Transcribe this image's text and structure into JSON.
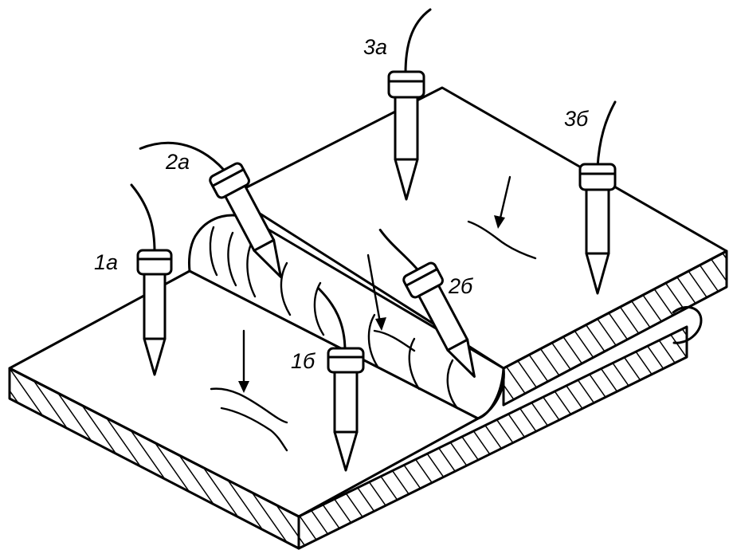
{
  "probes": [
    {
      "id": "1a",
      "label": "1а"
    },
    {
      "id": "1b",
      "label": "1б"
    },
    {
      "id": "2a",
      "label": "2а"
    },
    {
      "id": "2b",
      "label": "2б"
    },
    {
      "id": "3a",
      "label": "3а"
    },
    {
      "id": "3b",
      "label": "3б"
    }
  ],
  "colors": {
    "line": "#000000",
    "background": "#ffffff"
  }
}
